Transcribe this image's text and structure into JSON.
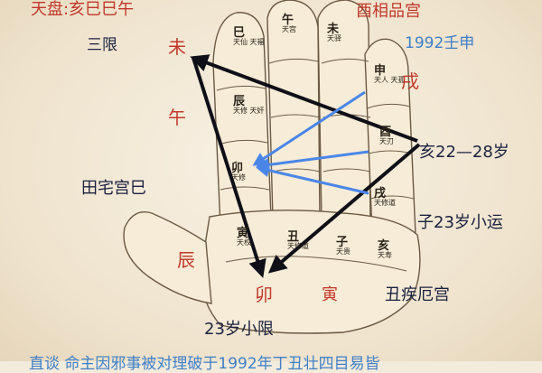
{
  "title": "天盘:亥巳巳午",
  "corner_labels": {
    "san_xian": "三限",
    "wei": "未",
    "wu": "午",
    "year": "1992壬申",
    "xu": "戌",
    "hai_range": "亥22—28岁",
    "tianzhai": "田宅宫巳",
    "zi_xiaoyun": "子23岁小运",
    "chen": "辰",
    "mao": "卯",
    "yin": "寅",
    "chou_jie": "丑疾厄宫",
    "xiaoxian": "23岁小限",
    "you_pin": "酉相品宫"
  },
  "segments": [
    {
      "branch": "午",
      "text": "天宫"
    },
    {
      "branch": "未",
      "text": "天驿"
    },
    {
      "branch": "巳",
      "text": "天仙 天福"
    },
    {
      "branch": "申",
      "text": "天人 天孤"
    },
    {
      "branch": "辰",
      "text": "天修 天奸"
    },
    {
      "branch": "酉",
      "text": "天刃"
    },
    {
      "branch": "卯",
      "text": "天修"
    },
    {
      "branch": "戌",
      "text": "天修道"
    },
    {
      "branch": "寅",
      "text": "天权"
    },
    {
      "branch": "丑",
      "text": "天修道"
    },
    {
      "branch": "子",
      "text": "天贵"
    },
    {
      "branch": "亥",
      "text": "天寿"
    }
  ],
  "bottom_text": "直谈 命主因邪事被对理破于1992年丁丑壮四目易皆",
  "colors": {
    "black_arrow": "#0f0f18",
    "blue_arrow": "#4a86e8",
    "red": "#c0392b",
    "dark": "#1b2140",
    "blue_text": "#3f7fc8"
  }
}
